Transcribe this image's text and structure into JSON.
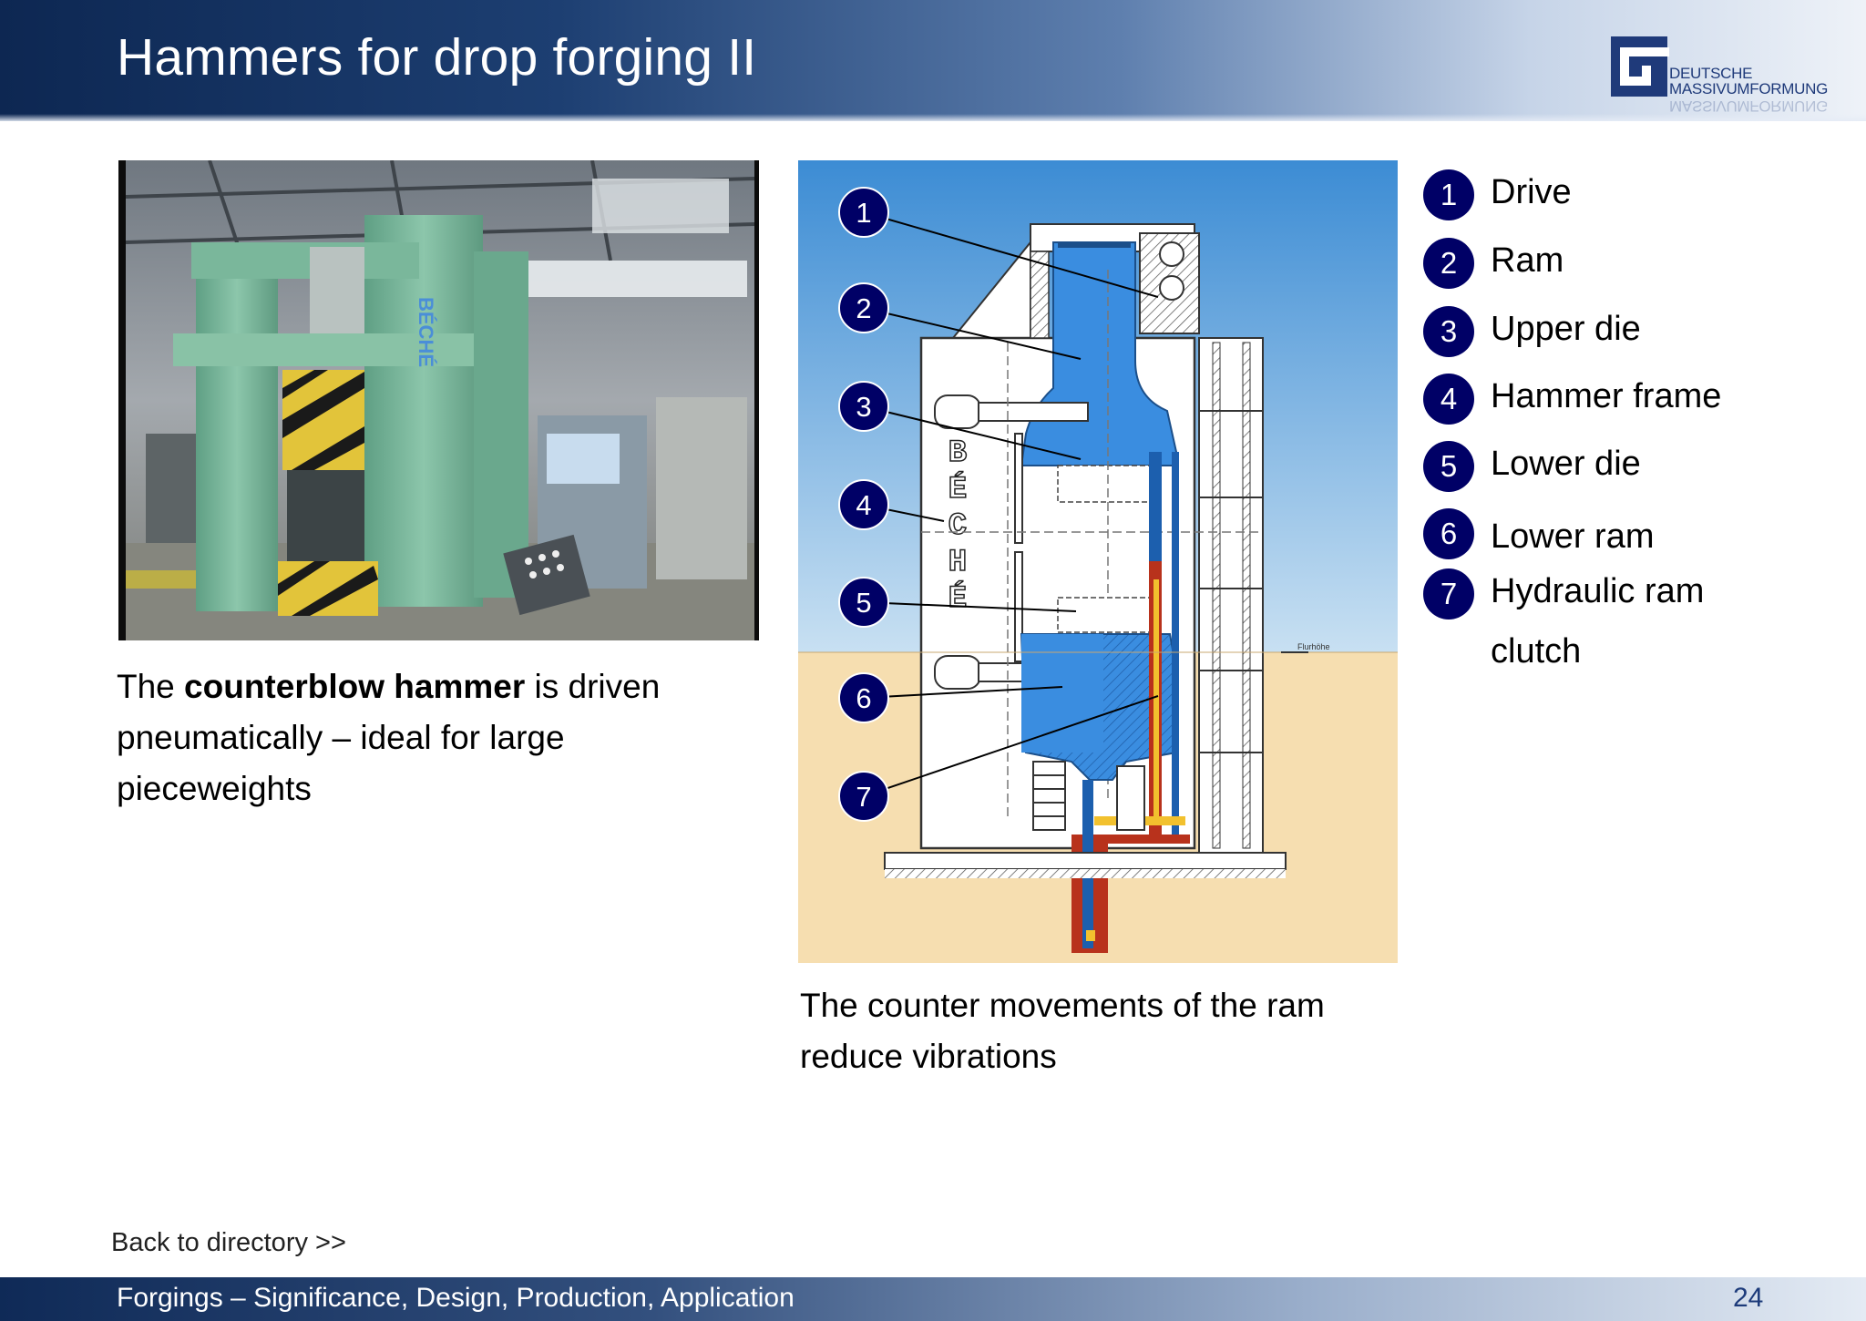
{
  "header": {
    "title": "Hammers for drop forging II",
    "logo_line1": "DEUTSCHE",
    "logo_line2": "MASSIVUMFORMUNG"
  },
  "photo": {
    "machine_brand_text": "BÉCHÉ"
  },
  "caption_left": {
    "before": "The ",
    "bold": "counterblow hammer",
    "after": " is driven pneumatically – ideal for large pieceweights"
  },
  "diagram": {
    "callouts": [
      "1",
      "2",
      "3",
      "4",
      "5",
      "6",
      "7"
    ],
    "brand_letters": [
      "B",
      "É",
      "C",
      "H",
      "É"
    ],
    "ground_label": "Flurhöhe",
    "colors": {
      "sky": "#3f90d6",
      "ground": "#f6deb0",
      "ram_blue": "#3a8de0",
      "hydraulic_red": "#b8321c",
      "hydraulic_yellow": "#f2c12e",
      "callout_badge": "#000066"
    }
  },
  "caption_mid": "The counter movements of the ram reduce vibrations",
  "legend": [
    {
      "num": "1",
      "label": "Drive"
    },
    {
      "num": "2",
      "label": "Ram"
    },
    {
      "num": "3",
      "label": "Upper die"
    },
    {
      "num": "4",
      "label": "Hammer frame"
    },
    {
      "num": "5",
      "label": "Lower die"
    },
    {
      "num": "6",
      "label": "Lower ram"
    },
    {
      "num": "7",
      "label": "Hydraulic ram",
      "label2": "clutch"
    }
  ],
  "back_link": "Back to directory >>",
  "footer": {
    "text": "Forgings – Significance, Design, Production,  Application",
    "page_number": "24"
  }
}
